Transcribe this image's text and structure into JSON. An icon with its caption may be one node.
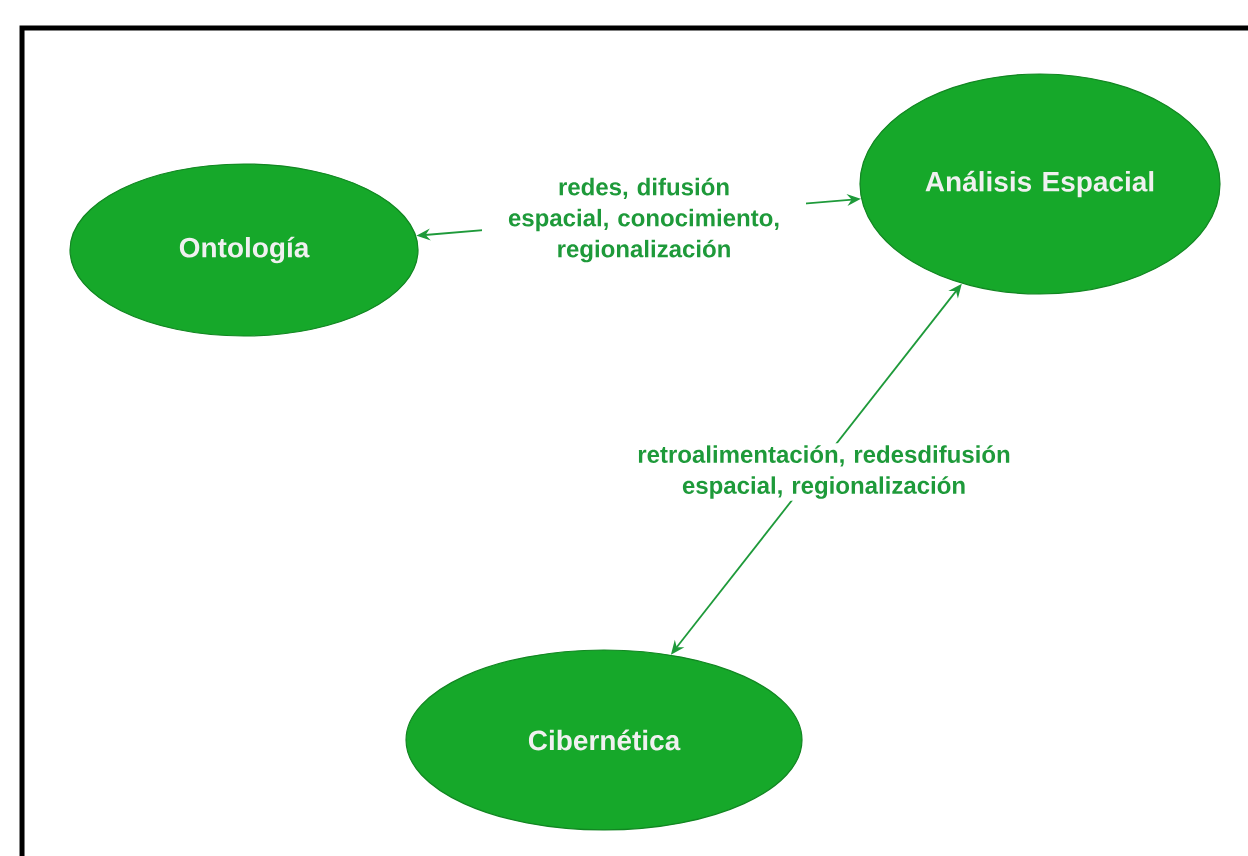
{
  "diagram": {
    "nodes": [
      {
        "text": [
          "Ontología"
        ]
      },
      {
        "text": [
          "Análisis Espacial"
        ]
      },
      {
        "text": [
          "Cibernética"
        ]
      }
    ],
    "edges": [
      {
        "from": 0,
        "to": 1,
        "arrow": "both",
        "label": "redes, difusión espacial, conocimiento, regionalización"
      },
      {
        "from": 2,
        "to": 1,
        "arrow": "both",
        "label": "retroalimentación, redesdifusión espacial, regionalización"
      }
    ]
  }
}
